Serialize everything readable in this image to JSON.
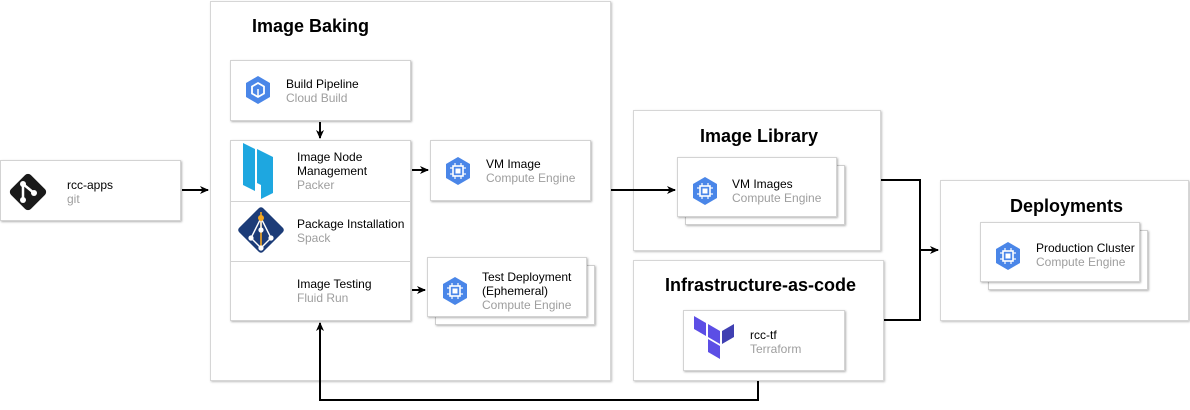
{
  "groups": {
    "image_baking": "Image Baking",
    "image_library": "Image Library",
    "infrastructure": "Infrastructure-as-code",
    "deployments": "Deployments"
  },
  "nodes": {
    "rcc_apps": {
      "title": "rcc-apps",
      "subtitle": "git"
    },
    "build_pipeline": {
      "title": "Build Pipeline",
      "subtitle": "Cloud Build"
    },
    "image_node_mgmt": {
      "title_line1": "Image Node",
      "title_line2": "Management",
      "subtitle": "Packer"
    },
    "package_install": {
      "title": "Package Installation",
      "subtitle": "Spack"
    },
    "image_testing": {
      "title": "Image Testing",
      "subtitle": "Fluid Run"
    },
    "vm_image": {
      "title": "VM Image",
      "subtitle": "Compute Engine"
    },
    "test_deployment": {
      "title_line1": "Test Deployment",
      "title_line2": "(Ephemeral)",
      "subtitle": "Compute Engine"
    },
    "vm_images": {
      "title": "VM Images",
      "subtitle": "Compute Engine"
    },
    "rcc_tf": {
      "title": "rcc-tf",
      "subtitle": "Terraform"
    },
    "production_cluster": {
      "title": "Production Cluster",
      "subtitle": "Compute Engine"
    }
  },
  "colors": {
    "gcp_blue": "#4a86e8",
    "terraform_purple": "#5c4ee5",
    "packer_blue": "#1ea7e0",
    "spack_navy": "#1c3c78",
    "git_black": "#1a1a1a"
  }
}
